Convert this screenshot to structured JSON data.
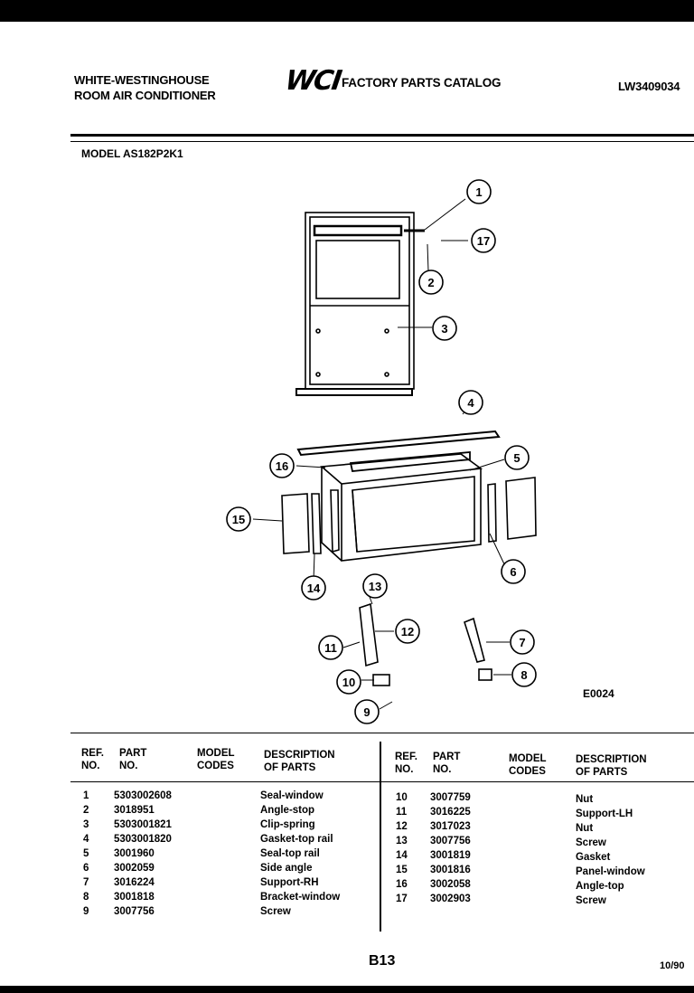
{
  "header": {
    "brand_line1": "WHITE-WESTINGHOUSE",
    "brand_line2": "ROOM AIR CONDITIONER",
    "logo": "WCI",
    "catalog_title": "FACTORY PARTS CATALOG",
    "catalog_number": "LW3409034"
  },
  "model": "MODEL AS182P2K1",
  "diagram": {
    "code": "E0024",
    "callouts": [
      "1",
      "2",
      "3",
      "4",
      "5",
      "6",
      "7",
      "8",
      "9",
      "10",
      "11",
      "12",
      "13",
      "14",
      "15",
      "16",
      "17"
    ]
  },
  "table": {
    "headers": {
      "ref_line1": "REF.",
      "ref_line2": "NO.",
      "part_line1": "PART",
      "part_line2": "NO.",
      "model_line1": "MODEL",
      "model_line2": "CODES",
      "desc_line1": "DESCRIPTION",
      "desc_line2": "OF PARTS"
    },
    "left_rows": [
      {
        "ref": "1",
        "part": "5303002608",
        "desc": "Seal-window"
      },
      {
        "ref": "2",
        "part": "3018951",
        "desc": "Angle-stop"
      },
      {
        "ref": "3",
        "part": "5303001821",
        "desc": "Clip-spring"
      },
      {
        "ref": "4",
        "part": "5303001820",
        "desc": "Gasket-top rail"
      },
      {
        "ref": "5",
        "part": "3001960",
        "desc": "Seal-top rail"
      },
      {
        "ref": "6",
        "part": "3002059",
        "desc": "Side angle"
      },
      {
        "ref": "7",
        "part": "3016224",
        "desc": "Support-RH"
      },
      {
        "ref": "8",
        "part": "3001818",
        "desc": "Bracket-window"
      },
      {
        "ref": "9",
        "part": "3007756",
        "desc": "Screw"
      }
    ],
    "right_rows": [
      {
        "ref": "10",
        "part": "3007759",
        "desc": "Nut"
      },
      {
        "ref": "11",
        "part": "3016225",
        "desc": "Support-LH"
      },
      {
        "ref": "12",
        "part": "3017023",
        "desc": "Nut"
      },
      {
        "ref": "13",
        "part": "3007756",
        "desc": "Screw"
      },
      {
        "ref": "14",
        "part": "3001819",
        "desc": "Gasket"
      },
      {
        "ref": "15",
        "part": "3001816",
        "desc": "Panel-window"
      },
      {
        "ref": "16",
        "part": "3002058",
        "desc": "Angle-top"
      },
      {
        "ref": "17",
        "part": "3002903",
        "desc": "Screw"
      }
    ]
  },
  "footer": {
    "page": "B13",
    "date": "10/90"
  }
}
